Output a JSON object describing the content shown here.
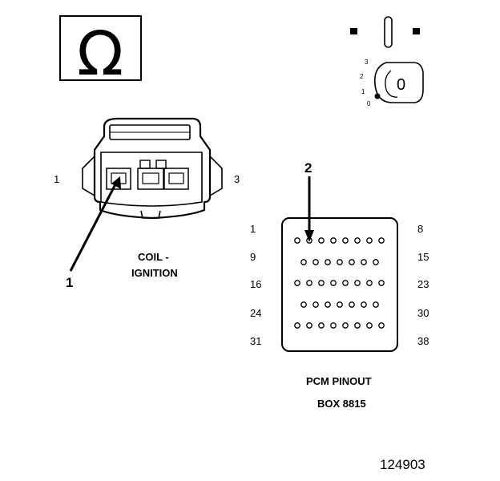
{
  "ohm_symbol": "Ω",
  "ignition_key": {
    "positions": [
      "3",
      "2",
      "1",
      "0"
    ],
    "key_label": "0"
  },
  "coil_connector": {
    "pin_left": "1",
    "pin_right": "3",
    "name_line1": "COIL -",
    "name_line2": "IGNITION",
    "callout": "1"
  },
  "pcm_connector": {
    "callout": "2",
    "row_labels_left": [
      "1",
      "9",
      "16",
      "24",
      "31"
    ],
    "row_labels_right": [
      "8",
      "15",
      "23",
      "30",
      "38"
    ],
    "row_pin_counts": [
      8,
      7,
      8,
      7,
      8
    ],
    "title_line1": "PCM PINOUT",
    "title_line2": "BOX 8815"
  },
  "figure_number": "124903"
}
